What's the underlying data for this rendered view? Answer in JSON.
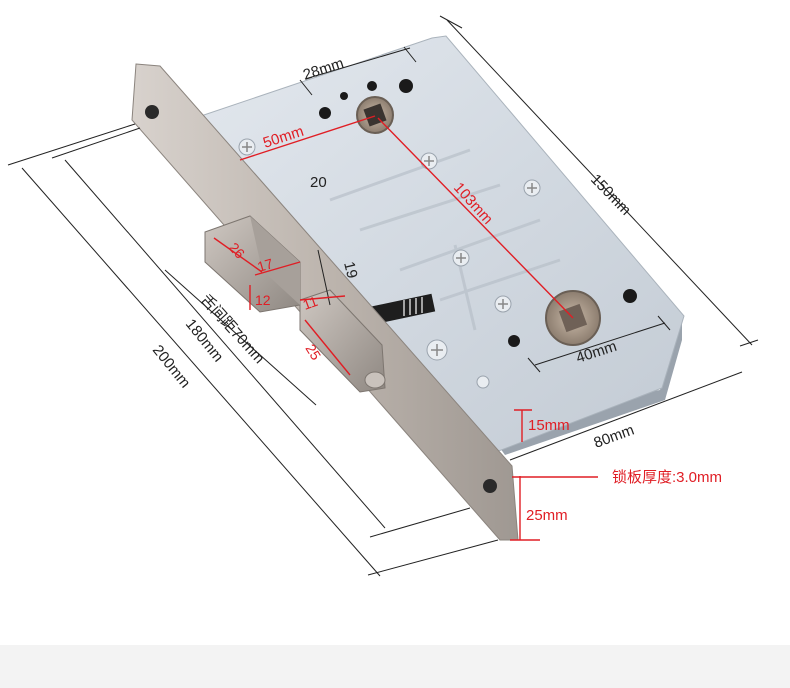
{
  "dimensions": {
    "width_150": "150mm",
    "height_200": "200mm",
    "height_180": "180mm",
    "spindle_28": "28mm",
    "backset_50": "50mm",
    "center_103": "103mm",
    "value_20": "20",
    "latch_26": "26",
    "latch_17": "17",
    "latch_12": "12",
    "value_19": "19",
    "value_11": "11",
    "value_25": "25",
    "tongue_spacing": "舌间距70mm",
    "cylinder_40": "40mm",
    "depth_15": "15mm",
    "depth_80": "80mm",
    "faceplate_thickness": "锁板厚度:3.0mm",
    "faceplate_25": "25mm"
  },
  "colors": {
    "annotation_red": "#e01e25",
    "annotation_black": "#222222",
    "case_steel": "#d4dbe2",
    "faceplate": "#b9b2ad"
  }
}
